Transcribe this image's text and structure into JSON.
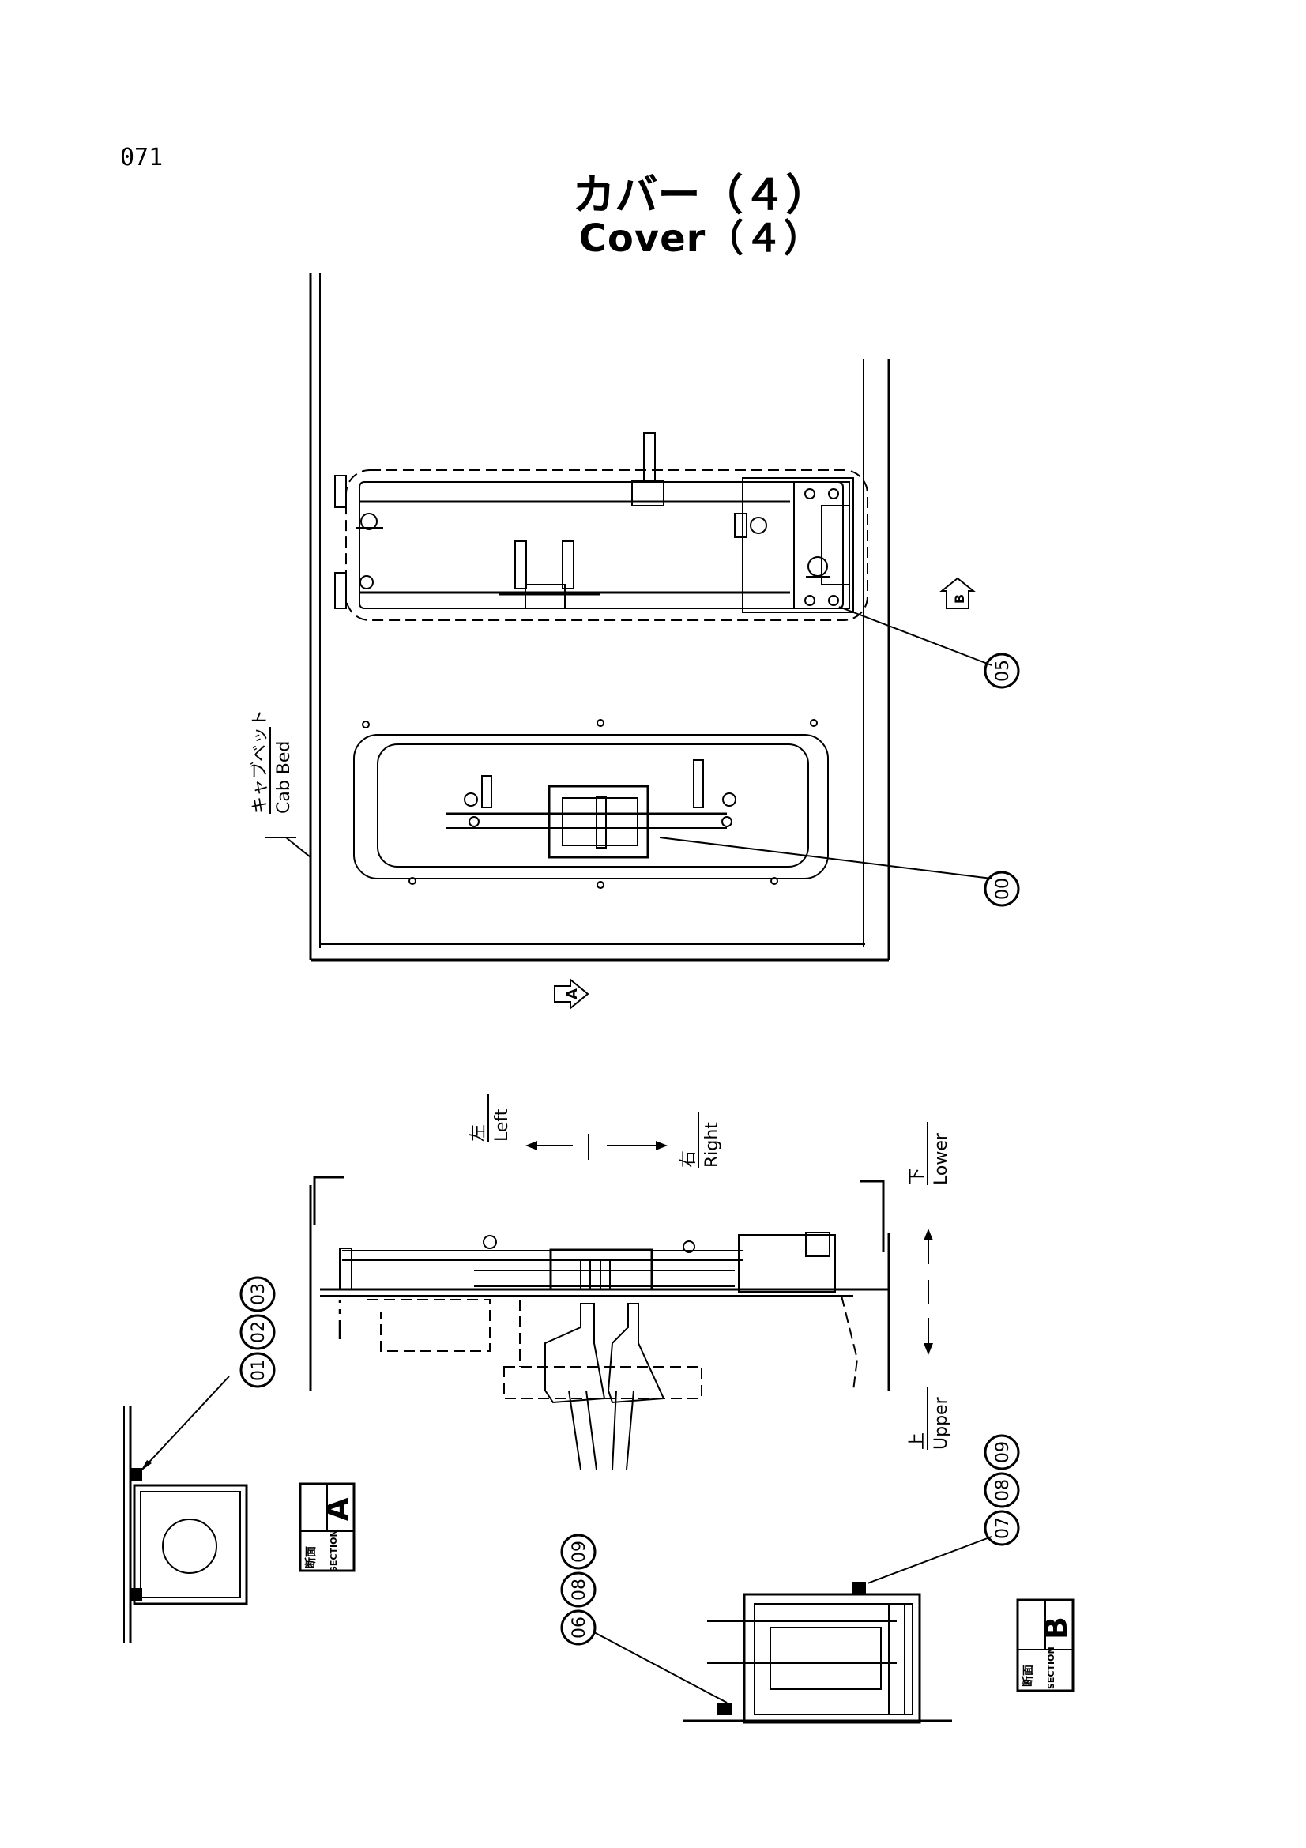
{
  "page_number": "071",
  "title_jp": "カバー（４）",
  "title_en": "Cover（４）",
  "labels": {
    "cab_bed_jp": "キャブベット",
    "cab_bed_en": "Cab Bed",
    "left_jp": "左",
    "left_en": "Left",
    "right_jp": "右",
    "right_en": "Right",
    "lower_jp": "下",
    "lower_en": "Lower",
    "upper_jp": "上",
    "upper_en": "Upper",
    "section_jp": "断面",
    "section_en": "SECTION",
    "view_a": "A",
    "view_b": "B"
  },
  "callouts": {
    "c05": "05",
    "c00": "00",
    "c01": "01",
    "c02": "02",
    "c03": "03",
    "c06": "06",
    "c07": "07",
    "c08a": "08",
    "c09a": "09",
    "c08b": "08",
    "c09b": "09"
  }
}
